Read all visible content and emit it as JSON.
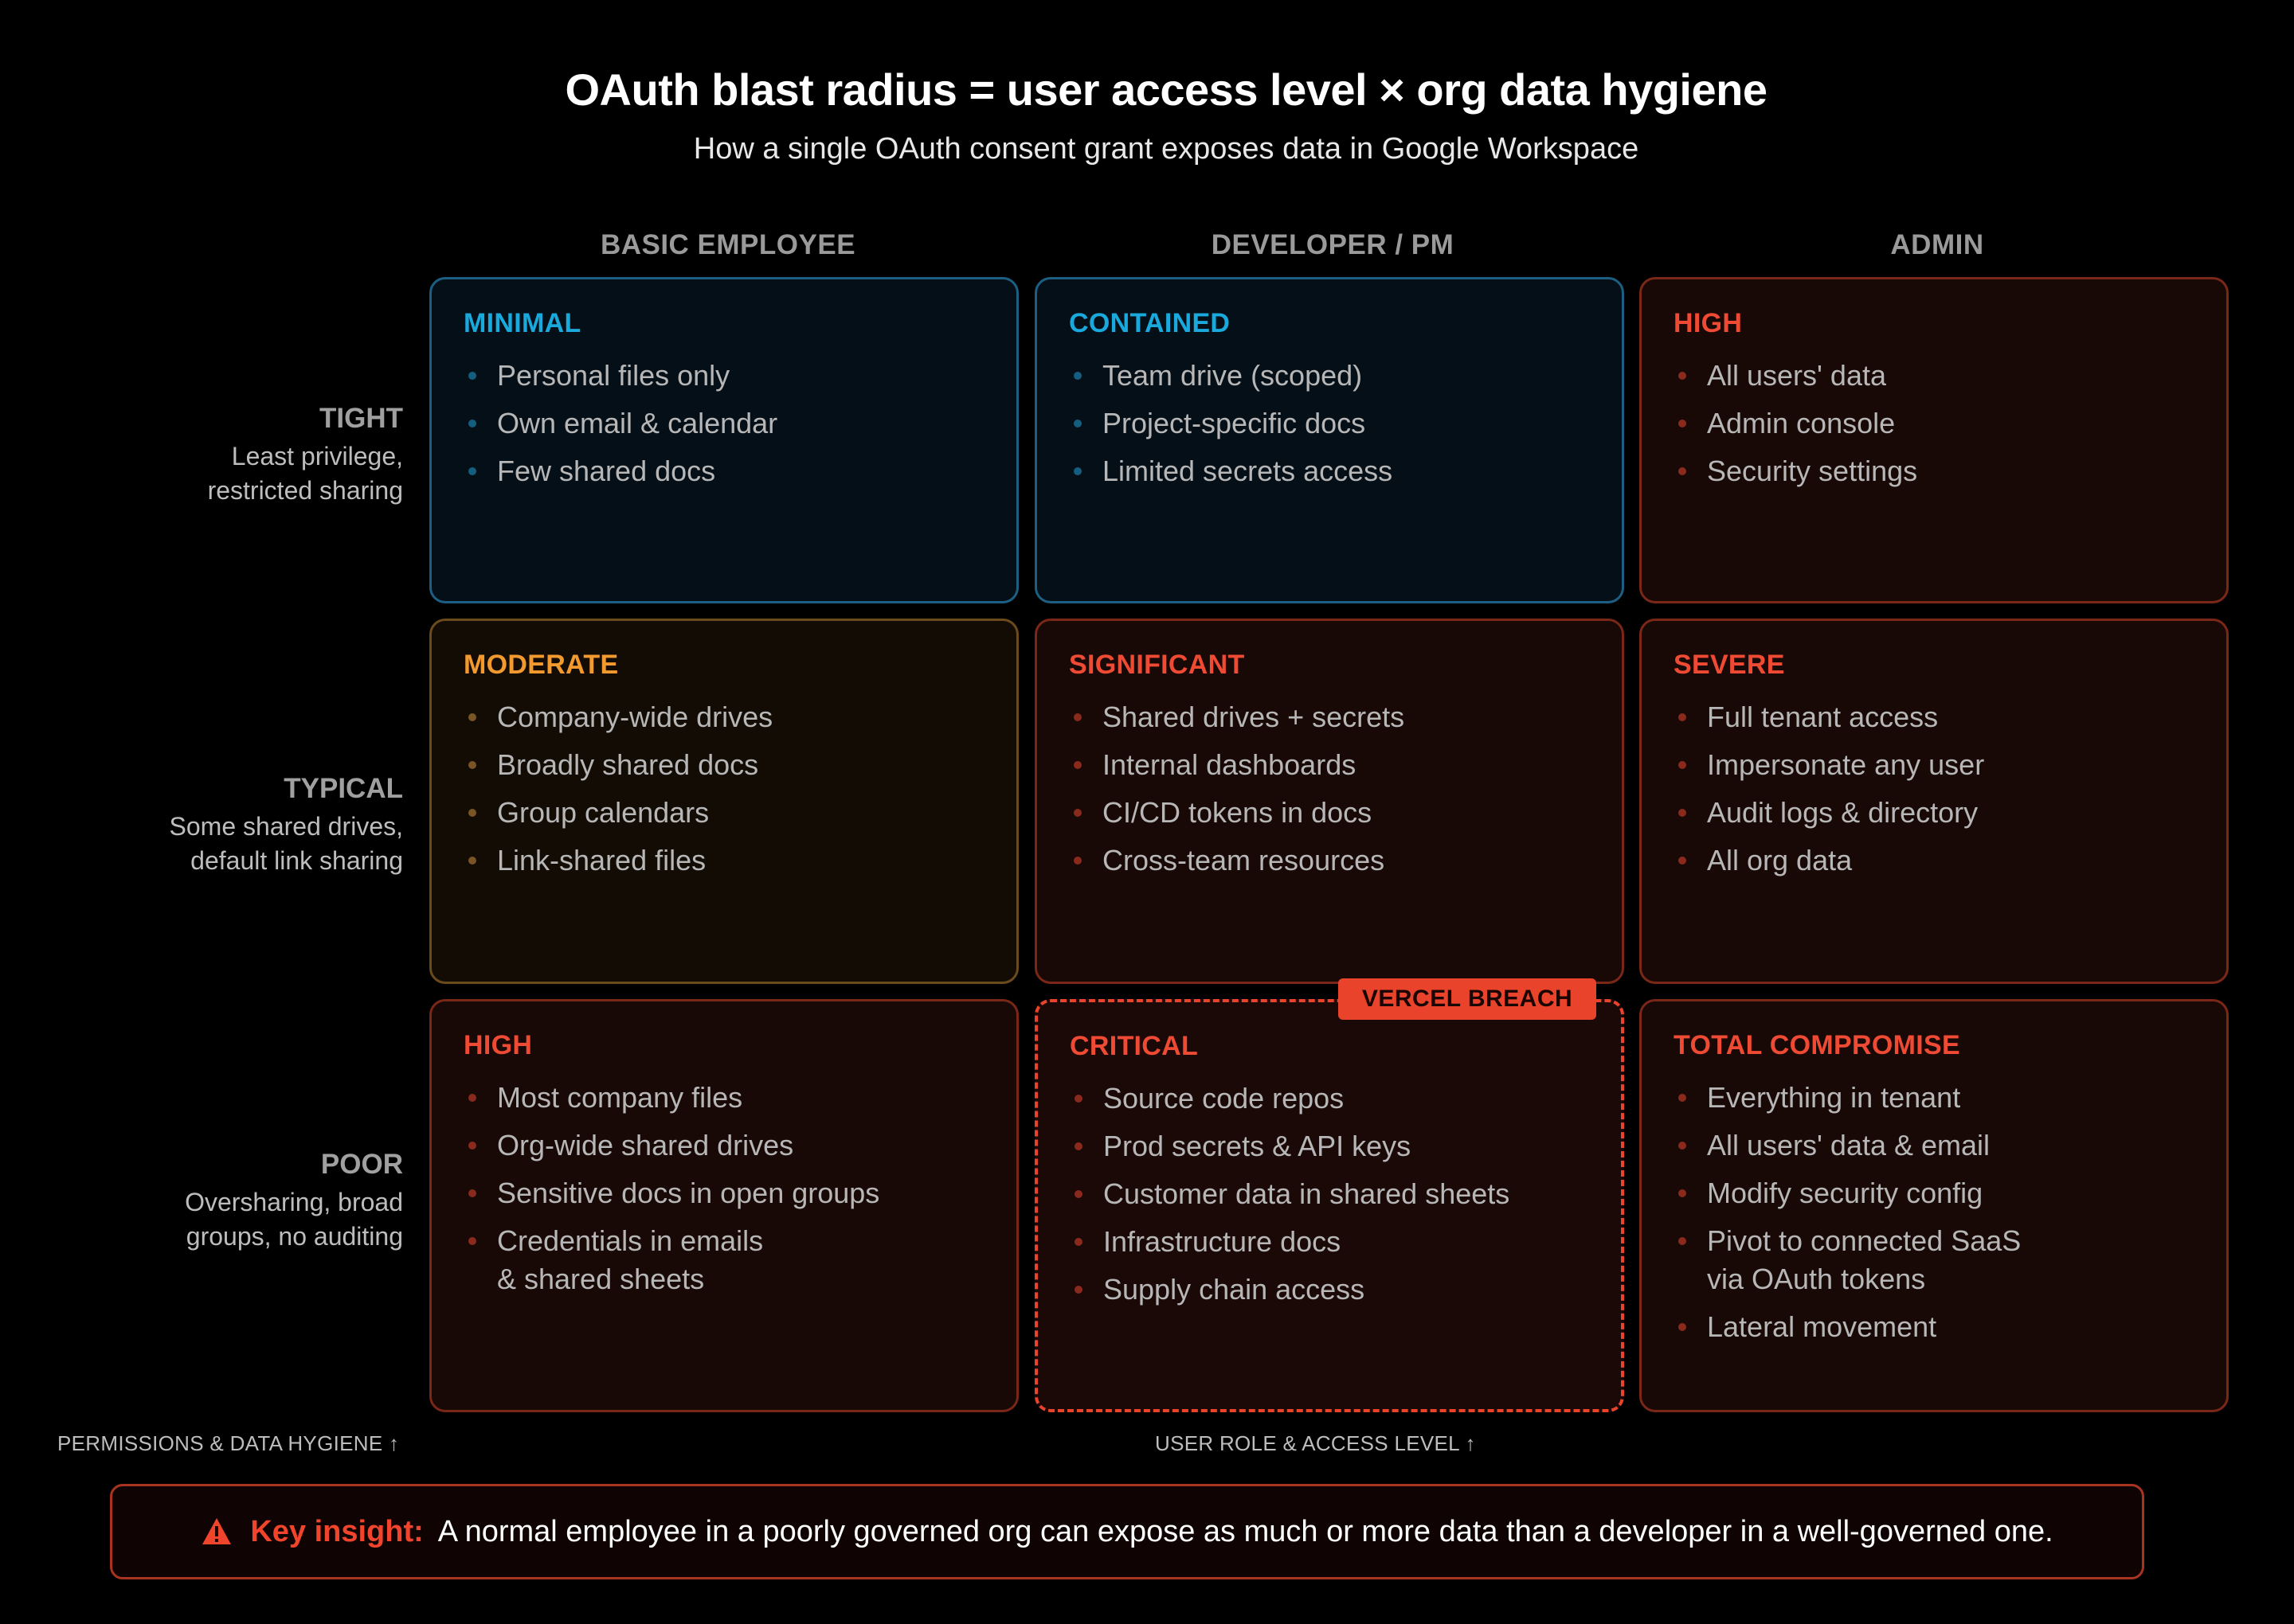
{
  "title": "OAuth blast radius = user access level × org data hygiene",
  "subtitle": "How a single OAuth consent grant exposes data in Google Workspace",
  "columns": [
    "BASIC EMPLOYEE",
    "DEVELOPER / PM",
    "ADMIN"
  ],
  "rows": [
    {
      "title": "TIGHT",
      "desc1": "Least privilege,",
      "desc2": "restricted sharing"
    },
    {
      "title": "TYPICAL",
      "desc1": "Some shared drives,",
      "desc2": "default link sharing"
    },
    {
      "title": "POOR",
      "desc1": "Oversharing, broad",
      "desc2": "groups, no auditing"
    }
  ],
  "cells": [
    [
      {
        "severity": "MINIMAL",
        "color": "#19a9dd",
        "items": [
          "Personal files only",
          "Own email & calendar",
          "Few shared docs"
        ]
      },
      {
        "severity": "CONTAINED",
        "color": "#19a9dd",
        "items": [
          "Team drive (scoped)",
          "Project-specific docs",
          "Limited secrets access"
        ]
      },
      {
        "severity": "HIGH",
        "color": "#ef4a33",
        "items": [
          "All users' data",
          "Admin console",
          "Security settings"
        ]
      }
    ],
    [
      {
        "severity": "MODERATE",
        "color": "#f29a2e",
        "items": [
          "Company-wide drives",
          "Broadly shared docs",
          "Group calendars",
          "Link-shared files"
        ]
      },
      {
        "severity": "SIGNIFICANT",
        "color": "#ef4a33",
        "items": [
          "Shared drives + secrets",
          "Internal dashboards",
          "CI/CD tokens in docs",
          "Cross-team resources"
        ]
      },
      {
        "severity": "SEVERE",
        "color": "#ef4a33",
        "items": [
          "Full tenant access",
          "Impersonate any user",
          "Audit logs & directory",
          "All org data"
        ]
      }
    ],
    [
      {
        "severity": "HIGH",
        "color": "#ef4a33",
        "items": [
          "Most company files",
          "Org-wide shared drives",
          "Sensitive docs in open groups",
          "Credentials in emails\n& shared sheets"
        ]
      },
      {
        "severity": "CRITICAL",
        "color": "#ef4a33",
        "items": [
          "Source code repos",
          "Prod secrets & API keys",
          "Customer data in shared sheets",
          "Infrastructure docs",
          "Supply chain access"
        ]
      },
      {
        "severity": "TOTAL COMPROMISE",
        "color": "#ef4a33",
        "items": [
          "Everything in tenant",
          "All users' data & email",
          "Modify security config",
          "Pivot to connected SaaS\nvia OAuth tokens",
          "Lateral movement"
        ]
      }
    ]
  ],
  "breach_tag": "VERCEL BREACH",
  "axis_y": "PERMISSIONS & DATA HYGIENE ↑",
  "axis_x": "USER ROLE & ACCESS LEVEL ↑",
  "insight": {
    "label": "Key insight:",
    "text": "A normal employee in a poorly governed org can expose as much or more data than a developer in a well-governed one."
  },
  "icons": {
    "insight": "warning-icon"
  }
}
